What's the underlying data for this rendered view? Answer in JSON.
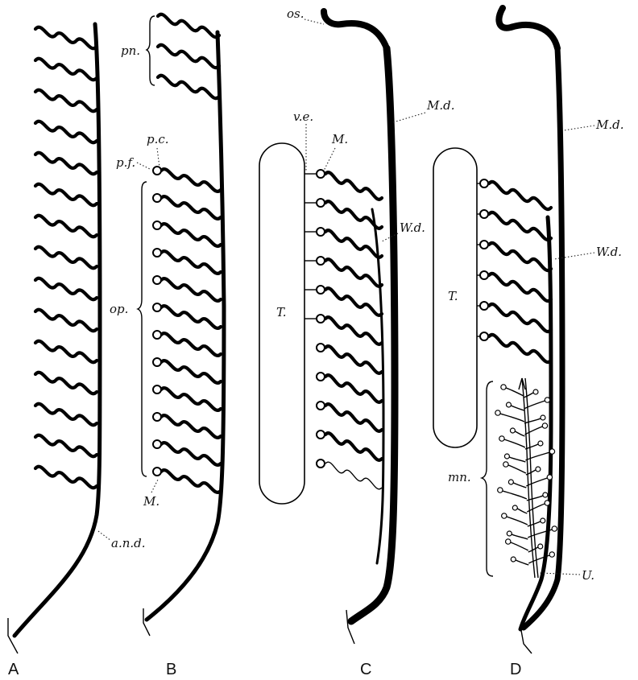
{
  "figure": {
    "panels": [
      {
        "id": "A",
        "label": "A"
      },
      {
        "id": "B",
        "label": "B"
      },
      {
        "id": "C",
        "label": "C"
      },
      {
        "id": "D",
        "label": "D"
      }
    ],
    "labels": {
      "and": "a.n.d.",
      "pn": "pn.",
      "pc": "p.c.",
      "pf": "p.f.",
      "op": "op.",
      "mB": "M.",
      "os": "os.",
      "ve": "v.e.",
      "mC": "M.",
      "mdC": "M.d.",
      "wdC": "W.d.",
      "tC": "T.",
      "mdD": "M.d.",
      "wdD": "W.d.",
      "tD": "T.",
      "mn": "mn.",
      "u": "U."
    }
  },
  "colors": {
    "ink": "#000000",
    "paper": "#ffffff"
  }
}
